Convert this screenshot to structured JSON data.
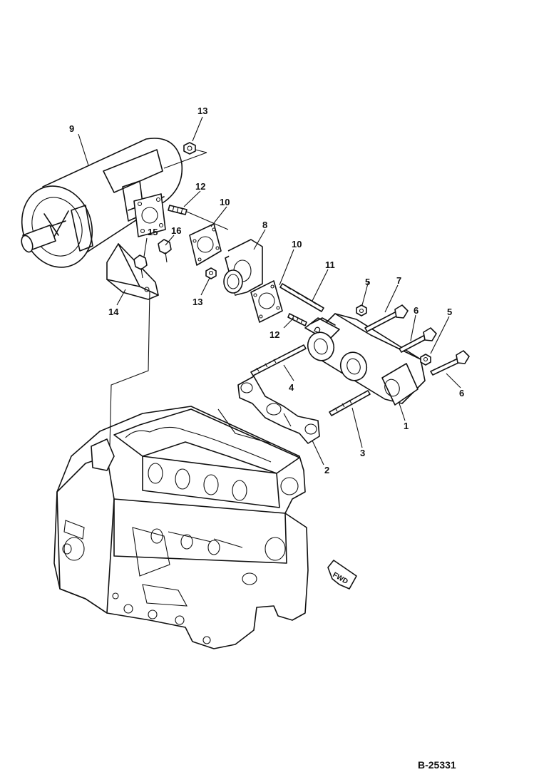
{
  "drawing_number": "B-25331",
  "direction_mark": "FWD",
  "callouts": {
    "p1": "1",
    "p2": "2",
    "p3": "3",
    "p4": "4",
    "p5a": "5",
    "p5b": "5",
    "p6a": "6",
    "p6b": "6",
    "p7": "7",
    "p8": "8",
    "p9": "9",
    "p10a": "10",
    "p10b": "10",
    "p11": "11",
    "p12a": "12",
    "p12b": "12",
    "p13a": "13",
    "p13b": "13",
    "p14": "14",
    "p15": "15",
    "p16": "16"
  }
}
